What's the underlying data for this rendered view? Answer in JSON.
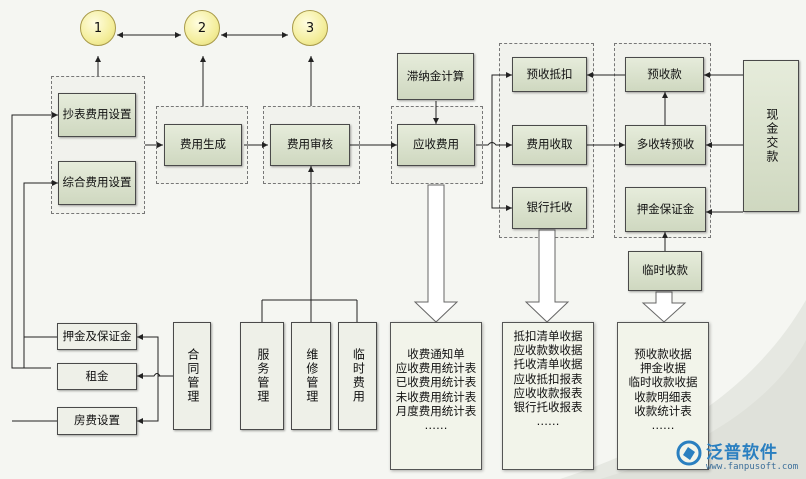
{
  "steps": [
    "1",
    "2",
    "3"
  ],
  "nodes": {
    "meter_fee_settings": "抄表费用设置",
    "combined_fee_settings": "综合费用设置",
    "fee_generation": "费用生成",
    "fee_review": "费用审核",
    "late_fee_calc": "滞纳金计算",
    "receivable_fees": "应收费用",
    "prepay_offset": "预收抵扣",
    "fee_collection": "费用收取",
    "bank_collection": "银行托收",
    "prepayment": "预收款",
    "overpay_to_prepay": "多收转预收",
    "deposit": "押金保证金",
    "temp_collection": "临时收款",
    "cash_payment": "现金交款",
    "deposit_settings": "押金及保证金",
    "rent": "租金",
    "room_fee_settings": "房费设置",
    "contract_mgmt": "合同管理",
    "service_mgmt": "服务管理",
    "repair_mgmt": "维修管理",
    "temp_fees": "临时费用"
  },
  "reports": {
    "receivable_reports": [
      "收费通知单",
      "应收费用统计表",
      "已收费用统计表",
      "未收费用统计表",
      "月度费用统计表",
      "……"
    ],
    "collection_reports": [
      "抵扣清单收据",
      "应收款数收据",
      "托收清单收据",
      "应收抵扣报表",
      "应收收款报表",
      "银行托收报表",
      "……"
    ],
    "prepay_reports": [
      "预收款收据",
      "押金收据",
      "临时收款收据",
      "收款明细表",
      "收款统计表",
      "……"
    ]
  },
  "logo": {
    "brand": "泛普软件",
    "url": "www.fanpusoft.com"
  },
  "colors": {
    "box_fill": "#d9e1cb",
    "circle_fill": "#f4ee9c",
    "line": "#222222",
    "brand": "#2a7fc0"
  }
}
